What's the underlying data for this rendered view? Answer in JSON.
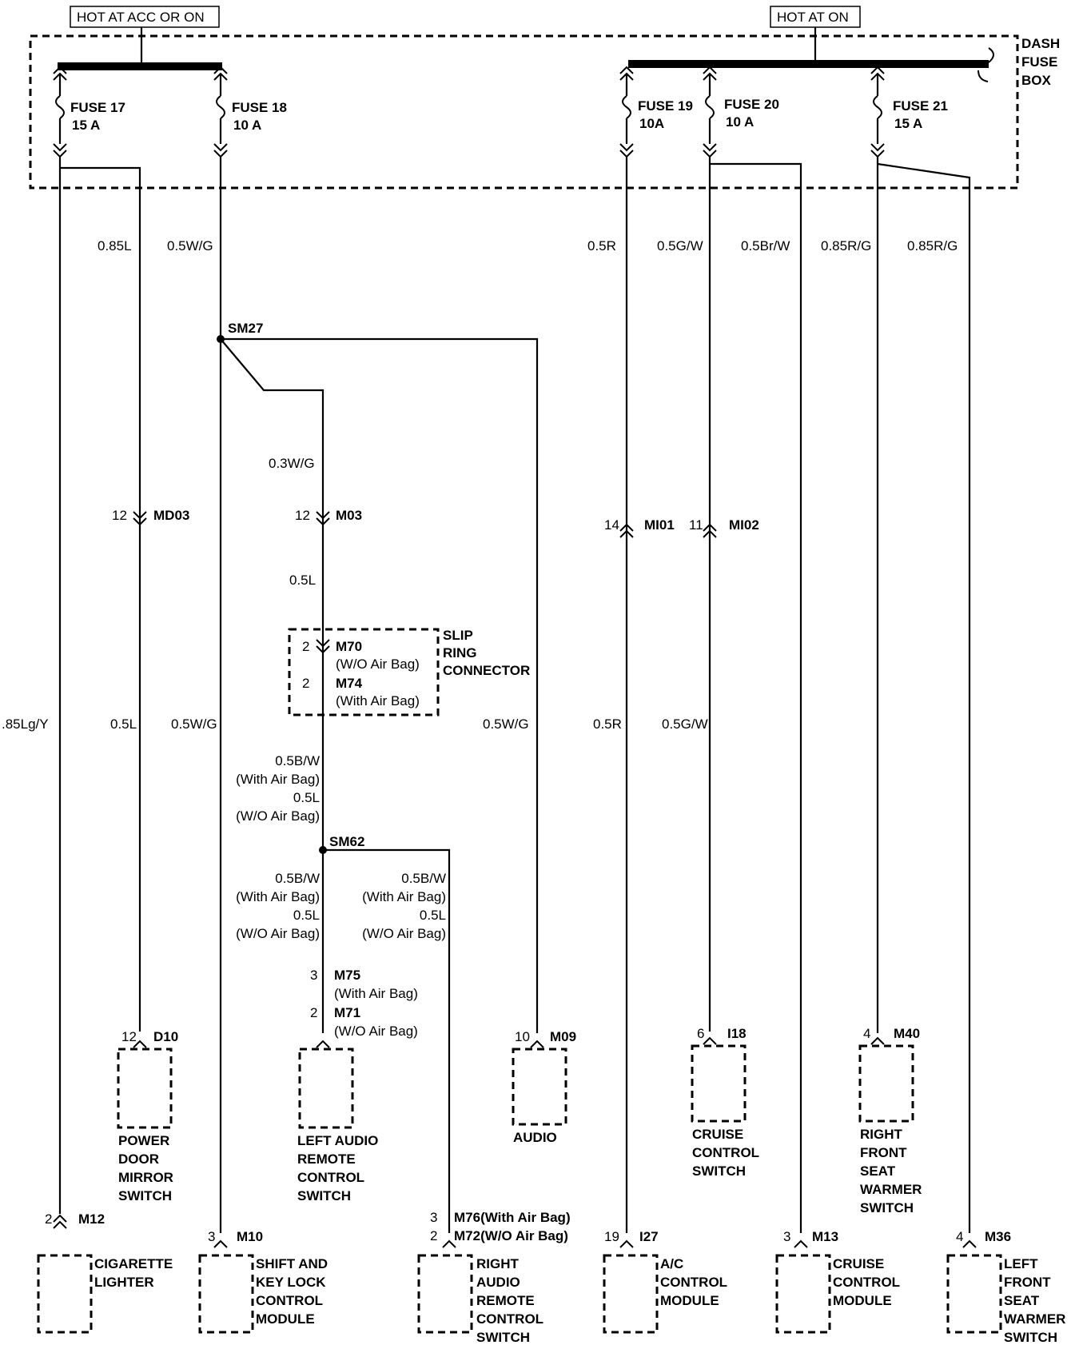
{
  "headers": {
    "acc": "HOT AT ACC OR ON",
    "on": "HOT AT ON"
  },
  "fuse_box": [
    "DASH",
    "FUSE",
    "BOX"
  ],
  "fuses": [
    {
      "name": "FUSE 17",
      "rating": "15 A"
    },
    {
      "name": "FUSE 18",
      "rating": "10 A"
    },
    {
      "name": "FUSE 19",
      "rating": "10A"
    },
    {
      "name": "FUSE 20",
      "rating": "10 A"
    },
    {
      "name": "FUSE 21",
      "rating": "15 A"
    }
  ],
  "wire_labels": {
    "f17_top": "0.85L",
    "f18_top": "0.5W/G",
    "f19_top": "0.5R",
    "f20_top": "0.5G/W",
    "w5_top": "0.5Br/W",
    "f21_top": "0.85R/G",
    "w7_top": "0.85R/G",
    "m03_top": "0.3W/G",
    "m03_bottom": "0.5L",
    "cig": ".85Lg/Y",
    "mirror": "0.5L",
    "shift": "0.5W/G",
    "audio": "0.5W/G",
    "ac": "0.5R",
    "cruise_sw": "0.5G/W",
    "slip_out": [
      "0.5B/W",
      "(With Air Bag)",
      "0.5L",
      "(W/O Air Bag)"
    ],
    "left_remote": [
      "0.5B/W",
      "(With Air Bag)",
      "0.5L",
      "(W/O Air Bag)"
    ],
    "right_remote": [
      "0.5B/W",
      "(With Air Bag)",
      "0.5L",
      "(W/O Air Bag)"
    ]
  },
  "splices": {
    "sm27": "SM27",
    "sm62": "SM62"
  },
  "connectors": {
    "md03": {
      "pin": "12",
      "name": "MD03"
    },
    "m03": {
      "pin": "12",
      "name": "M03"
    },
    "mi01": {
      "pin": "14",
      "name": "MI01"
    },
    "mi02": {
      "pin": "11",
      "name": "MI02"
    },
    "m70": {
      "pin": "2",
      "name": "M70",
      "note": "(W/O Air Bag)"
    },
    "m74": {
      "pin": "2",
      "name": "M74",
      "note": "(With Air Bag)"
    },
    "m75": {
      "pin": "3",
      "name": "M75",
      "note": "(With Air Bag)"
    },
    "m71": {
      "pin": "2",
      "name": "M71",
      "note": "(W/O Air Bag)"
    },
    "d10": {
      "pin": "12",
      "name": "D10"
    },
    "m09": {
      "pin": "10",
      "name": "M09"
    },
    "i18": {
      "pin": "6",
      "name": "I18"
    },
    "m40": {
      "pin": "4",
      "name": "M40"
    },
    "m12": {
      "pin": "2",
      "name": "M12"
    },
    "m10": {
      "pin": "3",
      "name": "M10"
    },
    "m76": {
      "pin": "3",
      "name": "M76(With Air Bag)"
    },
    "m72": {
      "pin": "2",
      "name": "M72(W/O Air Bag)"
    },
    "i27": {
      "pin": "19",
      "name": "I27"
    },
    "m13": {
      "pin": "3",
      "name": "M13"
    },
    "m36": {
      "pin": "4",
      "name": "M36"
    }
  },
  "slip_ring": [
    "SLIP",
    "RING",
    "CONNECTOR"
  ],
  "components": {
    "power_mirror": [
      "POWER",
      "DOOR",
      "MIRROR",
      "SWITCH"
    ],
    "left_audio": [
      "LEFT AUDIO",
      "REMOTE",
      "CONTROL",
      "SWITCH"
    ],
    "audio": [
      "AUDIO"
    ],
    "cruise_switch": [
      "CRUISE",
      "CONTROL",
      "SWITCH"
    ],
    "right_seat": [
      "RIGHT",
      "FRONT",
      "SEAT",
      "WARMER",
      "SWITCH"
    ],
    "cig_lighter": [
      "CIGARETTE",
      "LIGHTER"
    ],
    "shift_lock": [
      "SHIFT AND",
      "KEY LOCK",
      "CONTROL",
      "MODULE"
    ],
    "right_audio": [
      "RIGHT",
      "AUDIO",
      "REMOTE",
      "CONTROL",
      "SWITCH"
    ],
    "ac_module": [
      "A/C",
      "CONTROL",
      "MODULE"
    ],
    "cruise_module": [
      "CRUISE",
      "CONTROL",
      "MODULE"
    ],
    "left_seat": [
      "LEFT",
      "FRONT",
      "SEAT",
      "WARMER",
      "SWITCH"
    ]
  }
}
